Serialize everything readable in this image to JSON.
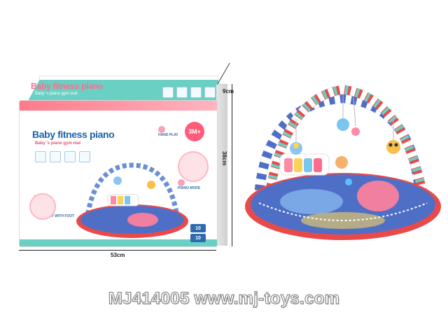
{
  "box": {
    "lid_logo": "Baby fitness piano",
    "lid_subtitle": "Baby 's piano gym mat",
    "title": "Baby fitness piano",
    "subtitle": "Baby 's piano gym mat",
    "age_badge": "3M+",
    "features": [
      "HAND PLAY",
      "PIANO MODE",
      "PLAY WITH FOOT"
    ],
    "count_badges": [
      "10",
      "10"
    ]
  },
  "dimensions": {
    "depth": "9cm",
    "height": "38cm",
    "width": "53cm"
  },
  "watermark": "MJ414005 www.mj-toys.com",
  "colors": {
    "teal": "#6ad0c4",
    "pink": "#ff6b8b",
    "blue_title": "#1a63a8",
    "mat_blue": "#4f6fc7",
    "mat_red_rim": "#e84a4a"
  }
}
